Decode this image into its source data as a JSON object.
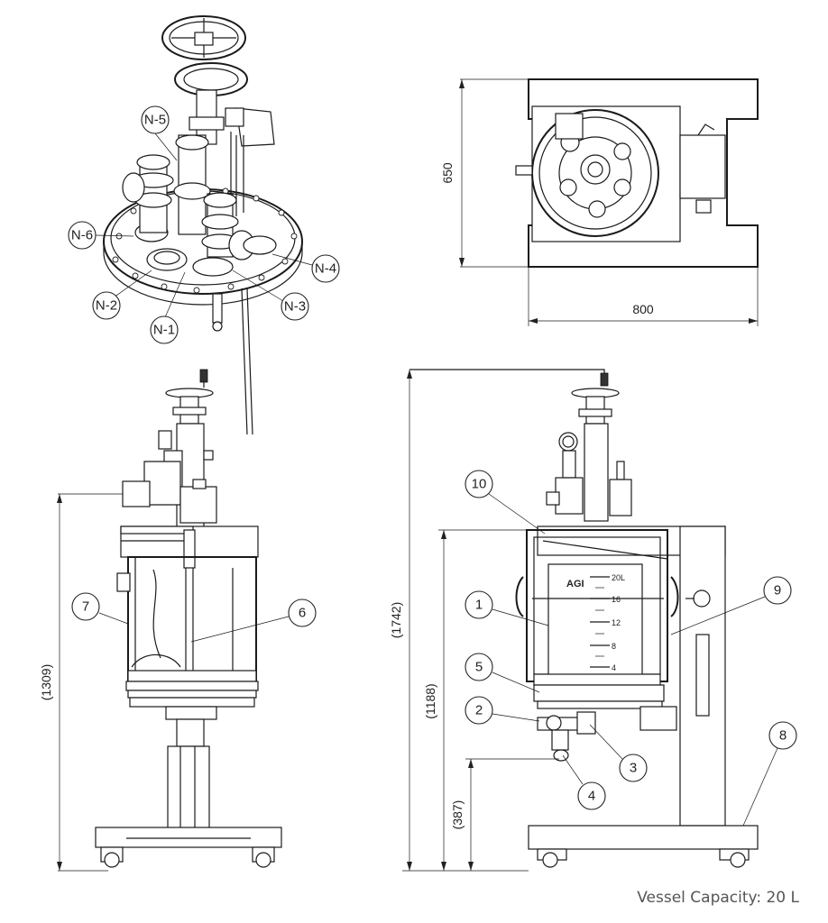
{
  "caption": "Vessel Capacity: 20 L",
  "top_view": {
    "nozzles": [
      "N-1",
      "N-2",
      "N-3",
      "N-4",
      "N-5",
      "N-6"
    ]
  },
  "plan_view": {
    "width_dim": "800",
    "depth_dim": "650"
  },
  "side_view": {
    "height_dim": "(1309)",
    "callouts": [
      "7",
      "6"
    ]
  },
  "front_view": {
    "total_height_dim": "(1742)",
    "vessel_top_dim": "(1188)",
    "outlet_height_dim": "(387)",
    "callouts": [
      "1",
      "2",
      "3",
      "4",
      "5",
      "8",
      "9",
      "10"
    ],
    "vessel_label": "AGI",
    "scale_marks": [
      "20L",
      "16",
      "12",
      "8",
      "4"
    ]
  }
}
